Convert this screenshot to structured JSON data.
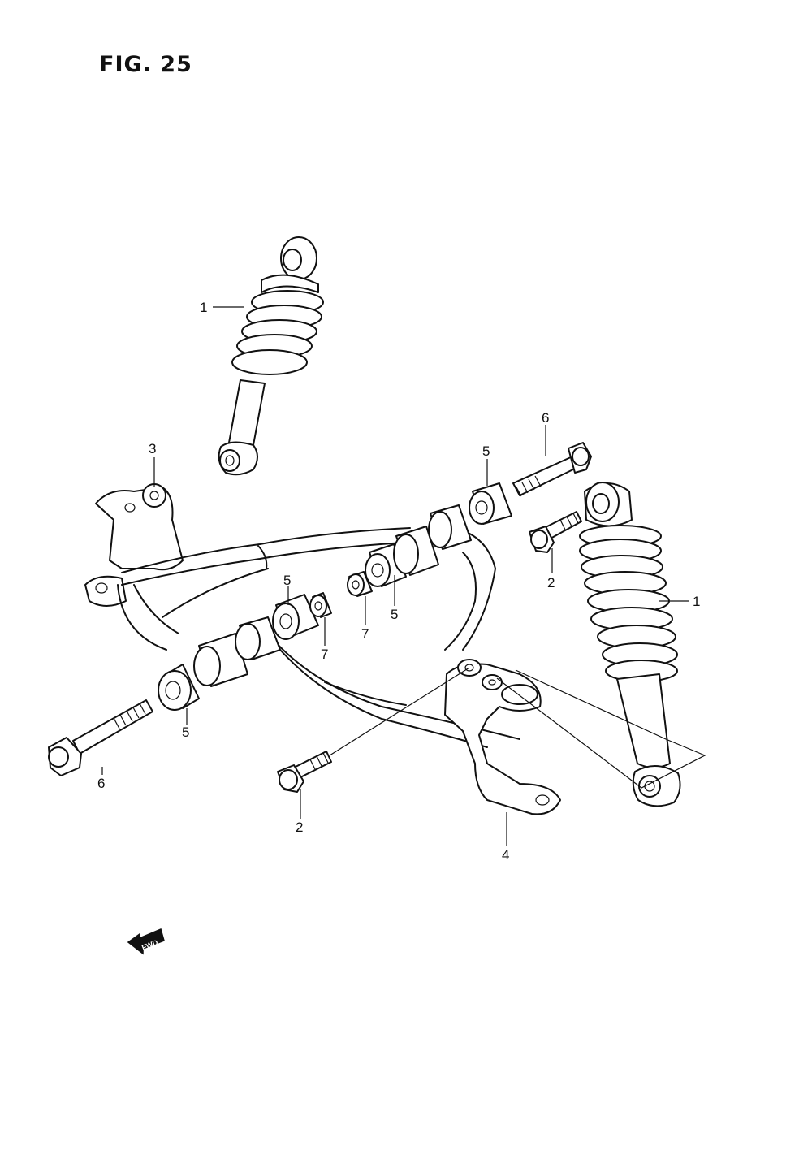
{
  "figure": {
    "title": "FIG. 25",
    "fwd_label": "FWD"
  },
  "callouts": [
    {
      "id": "c1a",
      "label": "1"
    },
    {
      "id": "c1b",
      "label": "1"
    },
    {
      "id": "c2a",
      "label": "2"
    },
    {
      "id": "c2b",
      "label": "2"
    },
    {
      "id": "c3",
      "label": "3"
    },
    {
      "id": "c4",
      "label": "4"
    },
    {
      "id": "c5a",
      "label": "5"
    },
    {
      "id": "c5b",
      "label": "5"
    },
    {
      "id": "c5c",
      "label": "5"
    },
    {
      "id": "c5d",
      "label": "5"
    },
    {
      "id": "c6a",
      "label": "6"
    },
    {
      "id": "c6b",
      "label": "6"
    },
    {
      "id": "c7a",
      "label": "7"
    },
    {
      "id": "c7b",
      "label": "7"
    }
  ]
}
